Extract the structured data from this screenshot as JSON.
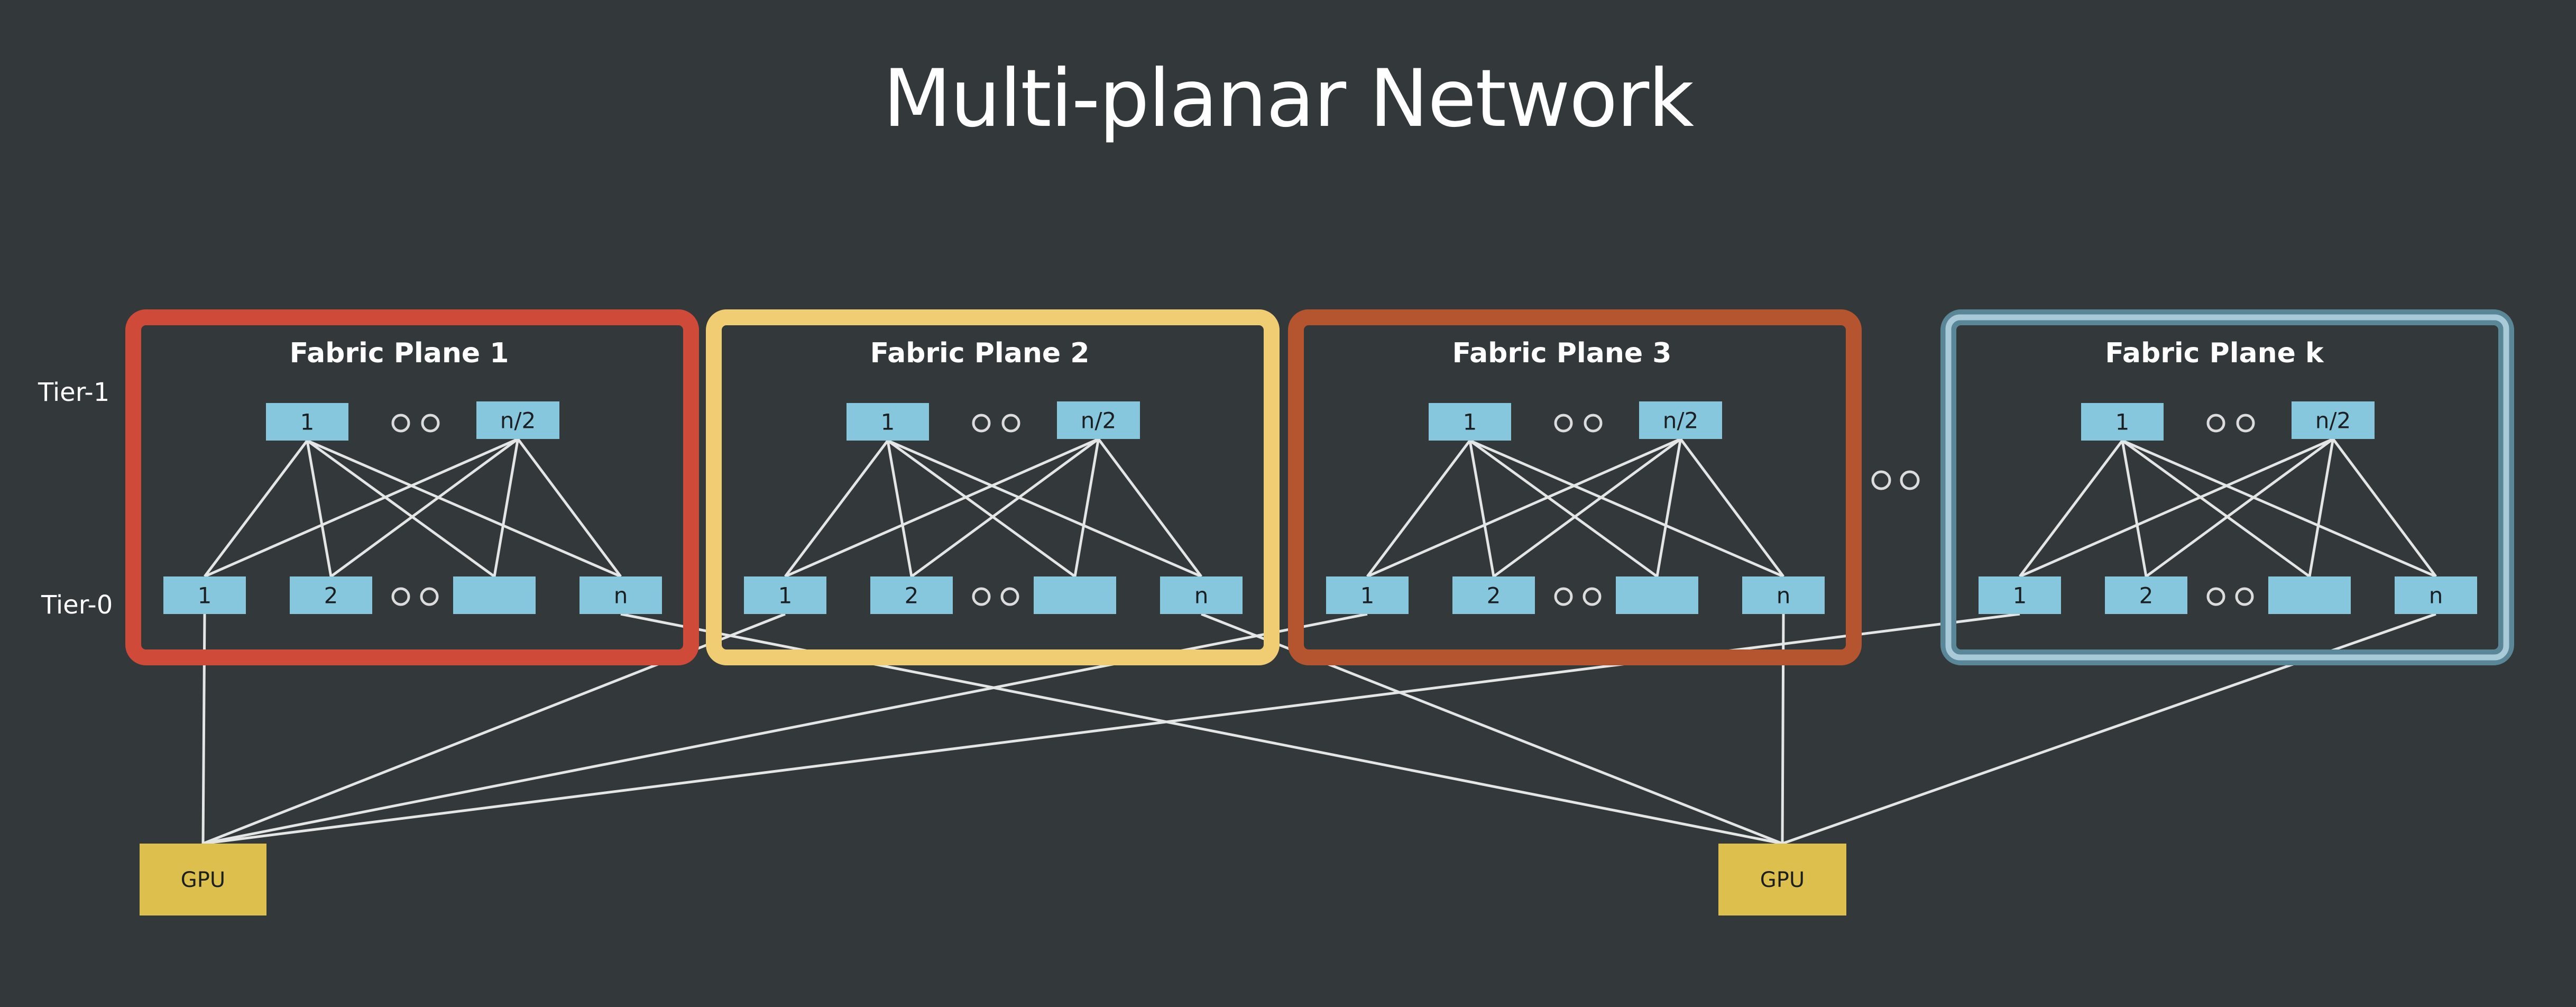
{
  "title": "Multi-planar Network",
  "tier_labels": {
    "tier1": "Tier-1",
    "tier0": "Tier-0"
  },
  "colors": {
    "background": "#33383a",
    "switch": "#87c7de",
    "gpu": "#dcbf4c",
    "link": "#e4e6e6",
    "ellipsis": "#dcdcdc"
  },
  "planes": [
    {
      "title": "Fabric Plane 1",
      "frame_color": "#cf4a39",
      "frame_style": "solid",
      "tier1": [
        "1",
        "n/2"
      ],
      "tier0": [
        "1",
        "2",
        "",
        "n"
      ]
    },
    {
      "title": "Fabric Plane 2",
      "frame_color": "#f0cd73",
      "frame_style": "solid",
      "tier1": [
        "1",
        "n/2"
      ],
      "tier0": [
        "1",
        "2",
        "",
        "n"
      ]
    },
    {
      "title": "Fabric Plane 3",
      "frame_color": "#b5552f",
      "frame_style": "solid",
      "tier1": [
        "1",
        "n/2"
      ],
      "tier0": [
        "1",
        "2",
        "",
        "n"
      ]
    },
    {
      "title": "Fabric Plane k",
      "frame_color": "#5a8798",
      "frame_inner_color": "#a9cad8",
      "frame_style": "double",
      "tier1": [
        "1",
        "n/2"
      ],
      "tier0": [
        "1",
        "2",
        "",
        "n"
      ]
    }
  ],
  "gpus": [
    {
      "label": "GPU",
      "connects_to": "tier0 switch 1 of every plane"
    },
    {
      "label": "GPU",
      "connects_to": "tier0 switch n of every plane"
    }
  ]
}
